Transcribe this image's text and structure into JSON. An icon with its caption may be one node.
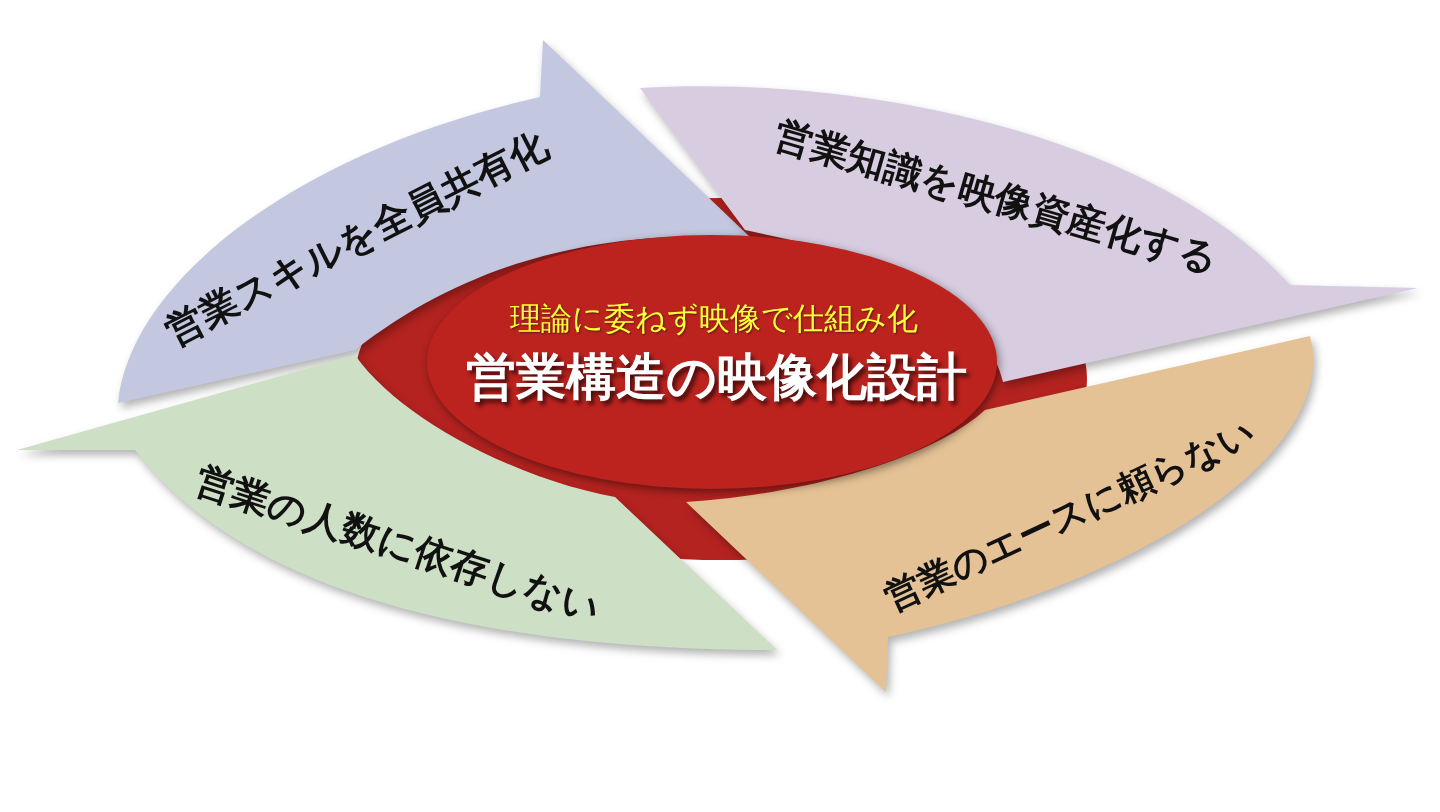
{
  "diagram": {
    "nodes": [
      {
        "text": [
          "理論に委ねず映像で仕組み化",
          "営業構造の映像化設計"
        ]
      },
      {
        "text": [
          "営業スキルを全員共有化"
        ]
      },
      {
        "text": [
          "営業知識を映像資産化する"
        ]
      },
      {
        "text": [
          "営業のエースに頼らない"
        ]
      },
      {
        "text": [
          "営業の人数に依存しない"
        ]
      }
    ]
  }
}
